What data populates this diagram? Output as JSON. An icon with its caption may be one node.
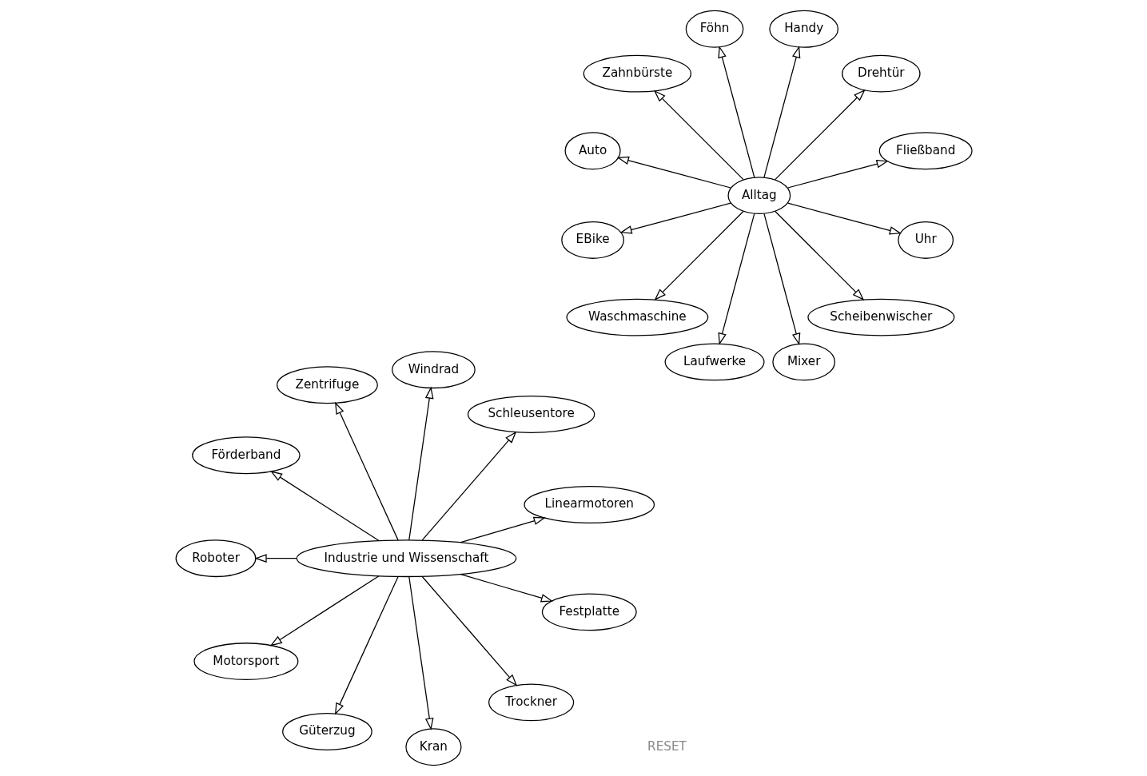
{
  "diagram": {
    "nodes": [
      {
        "text": [
          "Industrie und Wissenschaft"
        ]
      },
      {
        "text": [
          "Linearmotoren"
        ]
      },
      {
        "text": [
          "Schleusentore"
        ]
      },
      {
        "text": [
          "Windrad"
        ]
      },
      {
        "text": [
          "Zentrifuge"
        ]
      },
      {
        "text": [
          "Förderband"
        ]
      },
      {
        "text": [
          "Roboter"
        ]
      },
      {
        "text": [
          "Motorsport"
        ]
      },
      {
        "text": [
          "Güterzug"
        ]
      },
      {
        "text": [
          "Kran"
        ]
      },
      {
        "text": [
          "Trockner"
        ]
      },
      {
        "text": [
          "Festplatte"
        ]
      },
      {
        "text": [
          "Alltag"
        ]
      },
      {
        "text": [
          "Fließband"
        ]
      },
      {
        "text": [
          "Drehtür"
        ]
      },
      {
        "text": [
          "Handy"
        ]
      },
      {
        "text": [
          "Föhn"
        ]
      },
      {
        "text": [
          "Zahnbürste"
        ]
      },
      {
        "text": [
          "Auto"
        ]
      },
      {
        "text": [
          "EBike"
        ]
      },
      {
        "text": [
          "Waschmaschine"
        ]
      },
      {
        "text": [
          "Laufwerke"
        ]
      },
      {
        "text": [
          "Mixer"
        ]
      },
      {
        "text": [
          "Scheibenwischer"
        ]
      },
      {
        "text": [
          "Uhr"
        ]
      }
    ],
    "edges": [
      {
        "from": 0,
        "to": 1,
        "arrow": "to"
      },
      {
        "from": 0,
        "to": 2,
        "arrow": "to"
      },
      {
        "from": 0,
        "to": 3,
        "arrow": "to"
      },
      {
        "from": 0,
        "to": 4,
        "arrow": "to"
      },
      {
        "from": 0,
        "to": 5,
        "arrow": "to"
      },
      {
        "from": 0,
        "to": 6,
        "arrow": "to"
      },
      {
        "from": 0,
        "to": 7,
        "arrow": "to"
      },
      {
        "from": 0,
        "to": 8,
        "arrow": "to"
      },
      {
        "from": 0,
        "to": 9,
        "arrow": "to"
      },
      {
        "from": 0,
        "to": 10,
        "arrow": "to"
      },
      {
        "from": 0,
        "to": 11,
        "arrow": "to"
      },
      {
        "from": 12,
        "to": 13,
        "arrow": "to"
      },
      {
        "from": 12,
        "to": 14,
        "arrow": "to"
      },
      {
        "from": 12,
        "to": 15,
        "arrow": "to"
      },
      {
        "from": 12,
        "to": 16,
        "arrow": "to"
      },
      {
        "from": 12,
        "to": 17,
        "arrow": "to"
      },
      {
        "from": 12,
        "to": 18,
        "arrow": "to"
      },
      {
        "from": 12,
        "to": 19,
        "arrow": "to"
      },
      {
        "from": 12,
        "to": 20,
        "arrow": "to"
      },
      {
        "from": 12,
        "to": 21,
        "arrow": "to"
      },
      {
        "from": 12,
        "to": 22,
        "arrow": "to"
      },
      {
        "from": 12,
        "to": 23,
        "arrow": "to"
      },
      {
        "from": 12,
        "to": 24,
        "arrow": "to"
      }
    ],
    "labels": [
      "RESET"
    ]
  }
}
